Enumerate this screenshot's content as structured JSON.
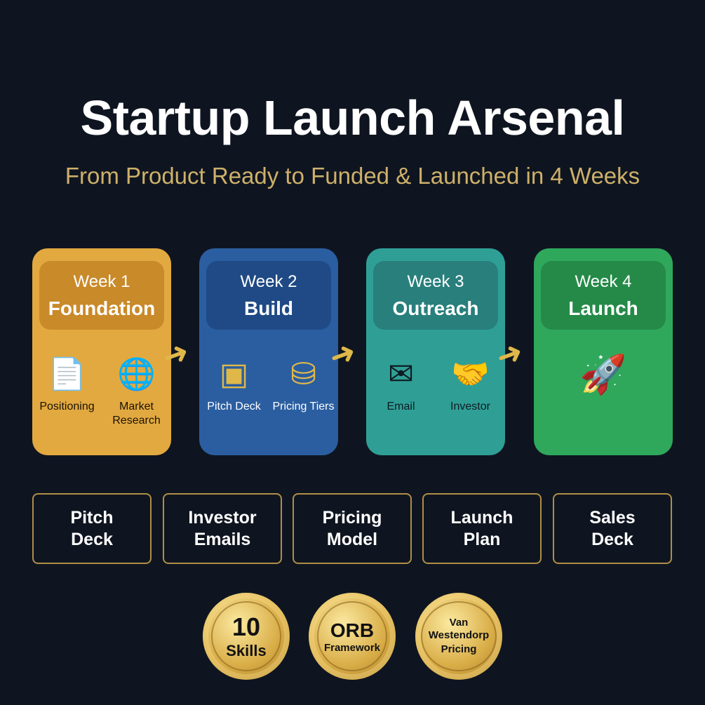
{
  "title": "Startup Launch Arsenal",
  "subtitle": "From Product Ready to Funded & Launched in 4 Weeks",
  "weeks": [
    {
      "week": "Week 1",
      "name": "Foundation",
      "color": "#e2a940",
      "head": "#c98a2a",
      "items": [
        {
          "icon": "target-document-icon",
          "label": "Positioning"
        },
        {
          "icon": "globe-search-icon",
          "label": "Market Research"
        }
      ]
    },
    {
      "week": "Week 2",
      "name": "Build",
      "color": "#2a5ea0",
      "head": "#1f4a85",
      "items": [
        {
          "icon": "presentation-icon",
          "label": "Pitch Deck"
        },
        {
          "icon": "coins-icon",
          "label": "Pricing Tiers"
        }
      ]
    },
    {
      "week": "Week 3",
      "name": "Outreach",
      "color": "#2f9f96",
      "head": "#287f7c",
      "items": [
        {
          "icon": "envelope-icon",
          "label": "Email"
        },
        {
          "icon": "handshake-icon",
          "label": "Investor"
        }
      ]
    },
    {
      "week": "Week 4",
      "name": "Launch",
      "color": "#2fa85c",
      "head": "#258a48",
      "items": [
        {
          "icon": "rocket-icon",
          "label": ""
        }
      ]
    }
  ],
  "outputs": [
    "Pitch\nDeck",
    "Investor\nEmails",
    "Pricing\nModel",
    "Launch\nPlan",
    "Sales\nDeck"
  ],
  "badges": [
    {
      "top": "10",
      "bottom": "Skills"
    },
    {
      "top": "ORB",
      "bottom": "Framework"
    },
    {
      "top": "Van",
      "bottom": "Westendorp Pricing"
    }
  ]
}
